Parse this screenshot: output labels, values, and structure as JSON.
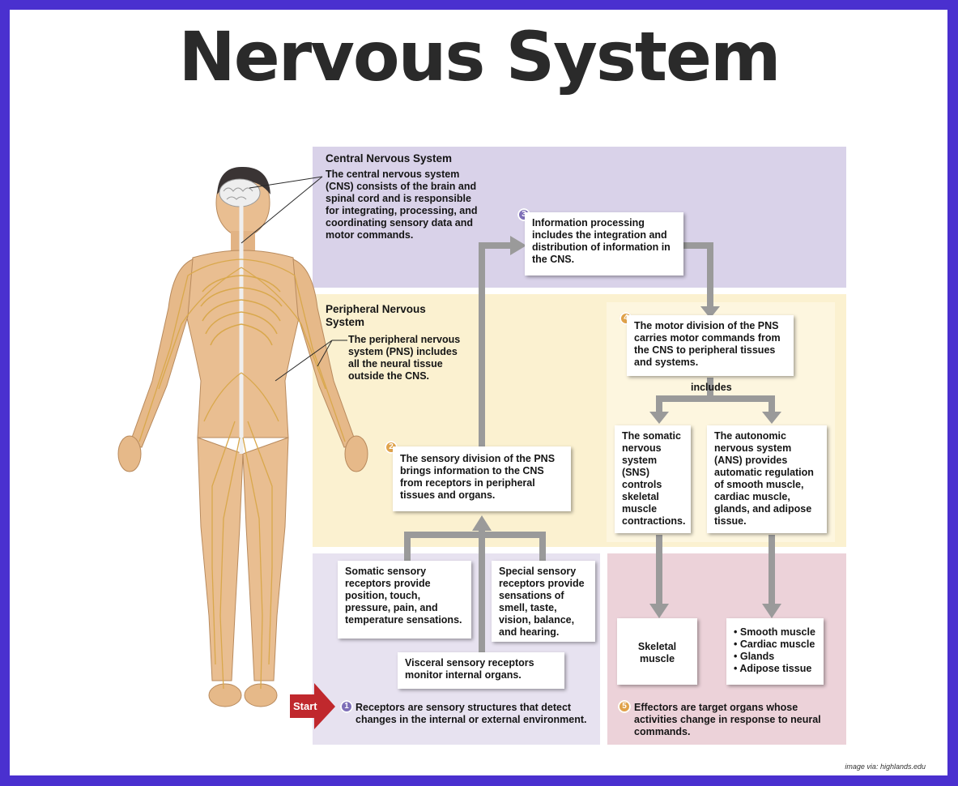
{
  "title": "Nervous System",
  "cns": {
    "heading": "Central Nervous System",
    "bold": "The central nervous system (CNS)",
    "rest": " consists of the brain and spinal cord and is responsible for integrating, processing, and coordinating sensory data and motor commands."
  },
  "pns": {
    "heading": "Peripheral Nervous System",
    "bold": "The peripheral nervous system (PNS)",
    "rest": " includes all the neural tissue outside the CNS."
  },
  "steps": {
    "s1": {
      "num": "1",
      "bold": "Receptors",
      "rest": " are sensory structures that detect changes in the internal or external environment."
    },
    "s2": {
      "num": "2",
      "pre": "The ",
      "bold": "sensory division",
      "rest": " of the PNS brings information to the CNS from receptors in peripheral tissues and organs."
    },
    "s3": {
      "num": "3",
      "bold": "Information processing",
      "rest": " includes the integration and distribution of information in the CNS."
    },
    "s4": {
      "num": "4",
      "pre": "The ",
      "bold": "motor division",
      "rest": " of the PNS carries motor commands from the CNS to peripheral tissues and systems."
    },
    "s5": {
      "num": "5",
      "bold": "Effectors",
      "rest": " are target organs whose activities change in response to neural commands."
    }
  },
  "includes_label": "includes",
  "sns": {
    "pre": "The ",
    "bold": "somatic nervous system (SNS)",
    "rest": " controls skeletal muscle contractions."
  },
  "ans": {
    "pre": "The ",
    "bold": "autonomic nervous system (ANS)",
    "rest": " provides automatic regulation of smooth muscle, cardiac muscle, glands, and adipose tissue."
  },
  "receptors": {
    "somatic": {
      "bold": "Somatic sensory receptors",
      "rest": " provide position, touch, pressure, pain, and temperature sensations."
    },
    "special": {
      "bold": "Special sensory receptors",
      "rest": " provide sensations of smell, taste, vision, balance, and hearing."
    },
    "visceral": {
      "bold": "Visceral sensory receptors",
      "rest": " monitor internal organs."
    }
  },
  "effectors": {
    "skeletal": "Skeletal muscle",
    "list": [
      "Smooth muscle",
      "Cardiac muscle",
      "Glands",
      "Adipose tissue"
    ]
  },
  "start_label": "Start",
  "credit": "image via: highlands.edu",
  "colors": {
    "border": "#4a30cf",
    "cns_zone": "#d9d2e9",
    "pns_zone": "#fbf1d0",
    "receptor_zone": "#e7e2f0",
    "effector_zone": "#ecd2d9",
    "arrow": "#9a9a9a",
    "start_arrow": "#c0282d",
    "skin": "#e9be91",
    "nerve": "#d9a84c"
  }
}
